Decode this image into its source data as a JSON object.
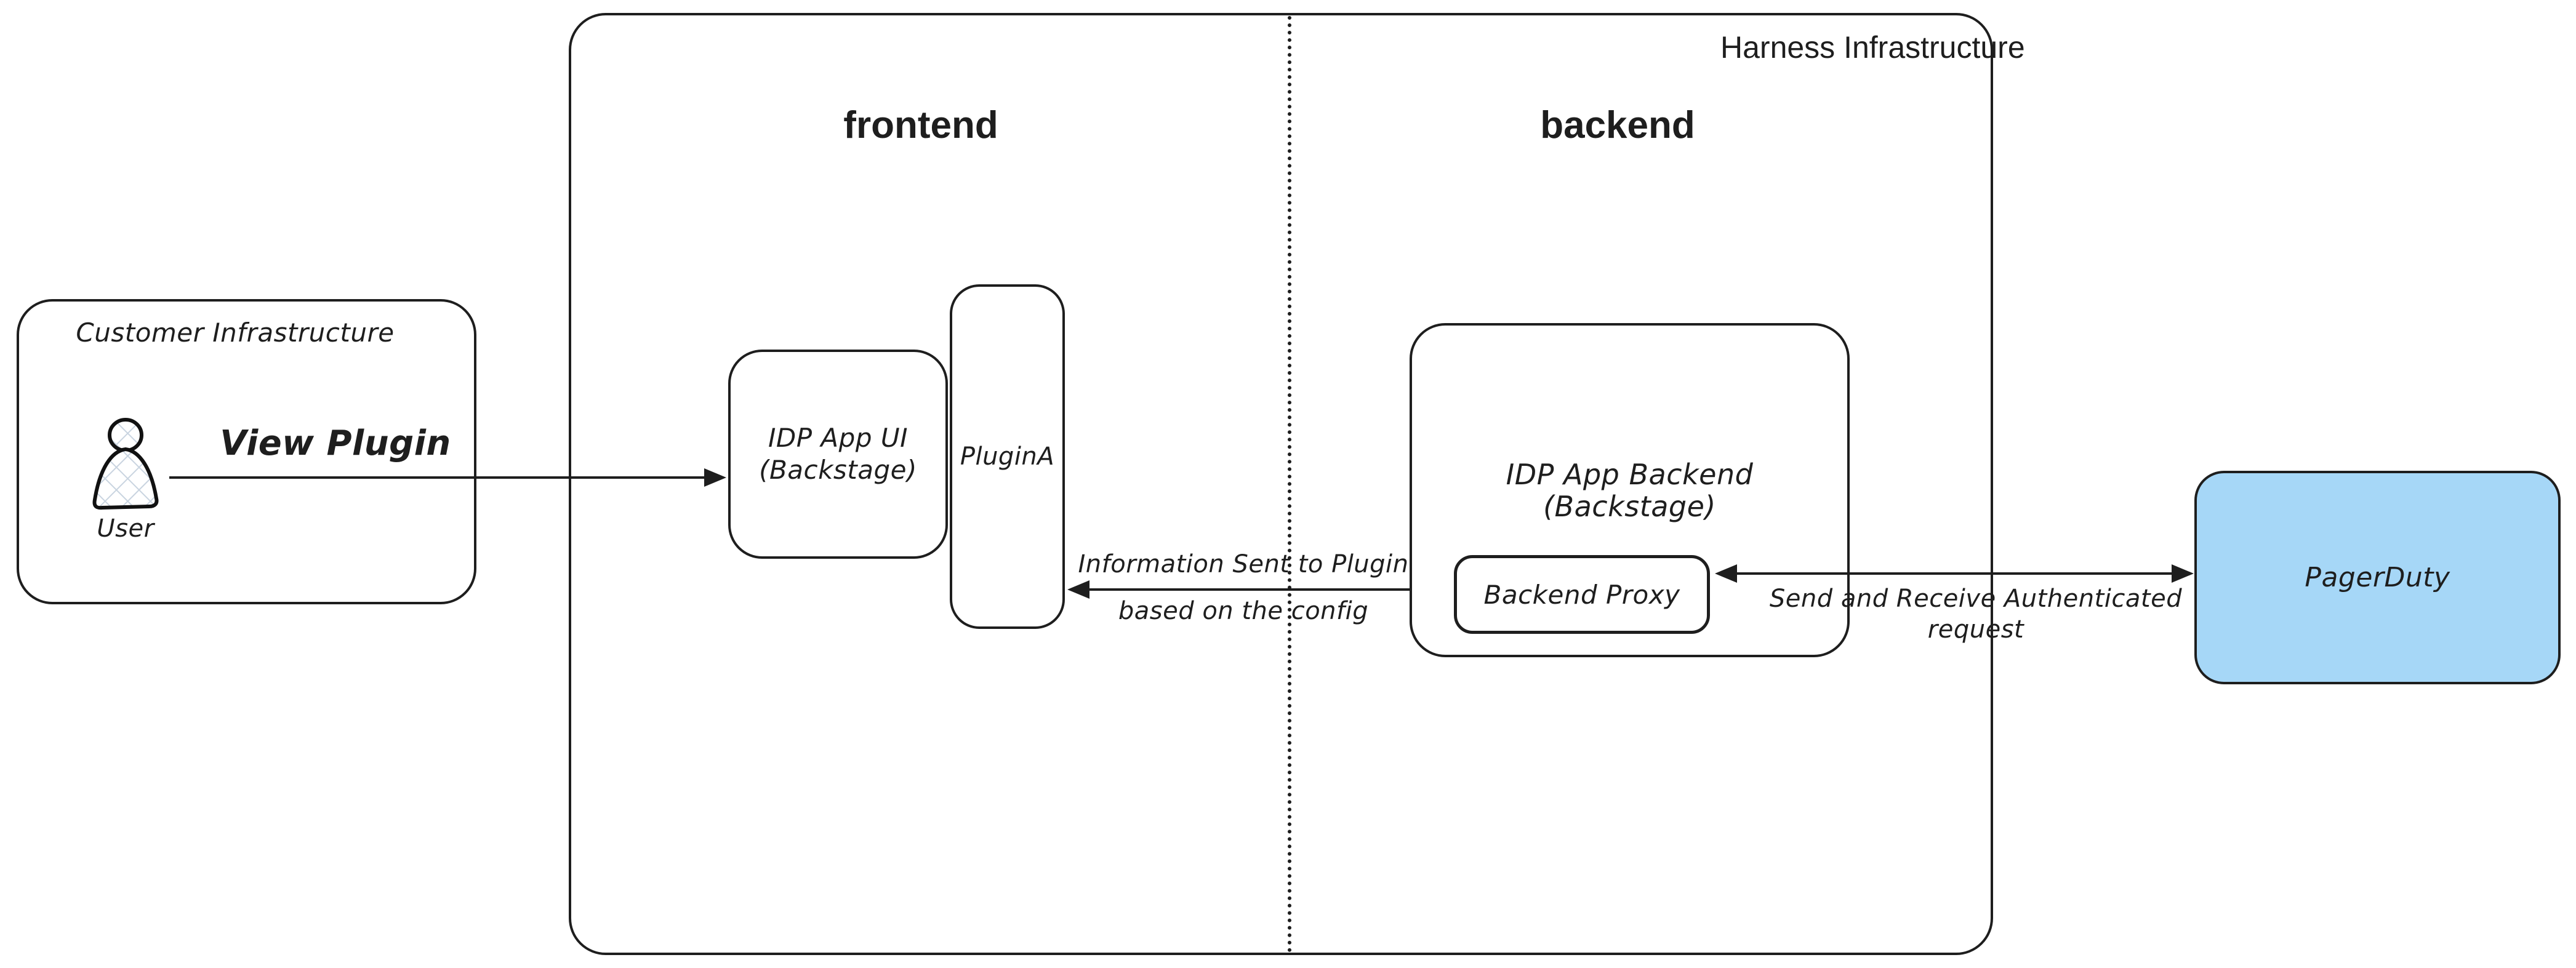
{
  "diagram": {
    "harness": {
      "title": "Harness Infrastructure",
      "frontend_label": "frontend",
      "backend_label": "backend"
    },
    "customer": {
      "title": "Customer Infrastructure",
      "user_label": "User"
    },
    "nodes": {
      "idp_app_ui": {
        "line1": "IDP App UI",
        "line2": "(Backstage)"
      },
      "plugin_a": {
        "label": "PluginA"
      },
      "idp_app_backend": {
        "line1": "IDP App Backend",
        "line2": "(Backstage)"
      },
      "backend_proxy": {
        "label": "Backend Proxy"
      },
      "pagerduty": {
        "label": "PagerDuty"
      }
    },
    "arrows": {
      "view_plugin": {
        "label": "View Plugin"
      },
      "info_sent": {
        "line1": "Information Sent to Plugin",
        "line2": "based on the config"
      },
      "send_receive": {
        "line1": "Send and Receive Authenticated",
        "line2": "request"
      }
    },
    "colors": {
      "stroke": "#1e1e1e",
      "pagerduty_fill": "#a6d7f7",
      "hatch": "#c9d4e0",
      "background": "#ffffff"
    }
  }
}
